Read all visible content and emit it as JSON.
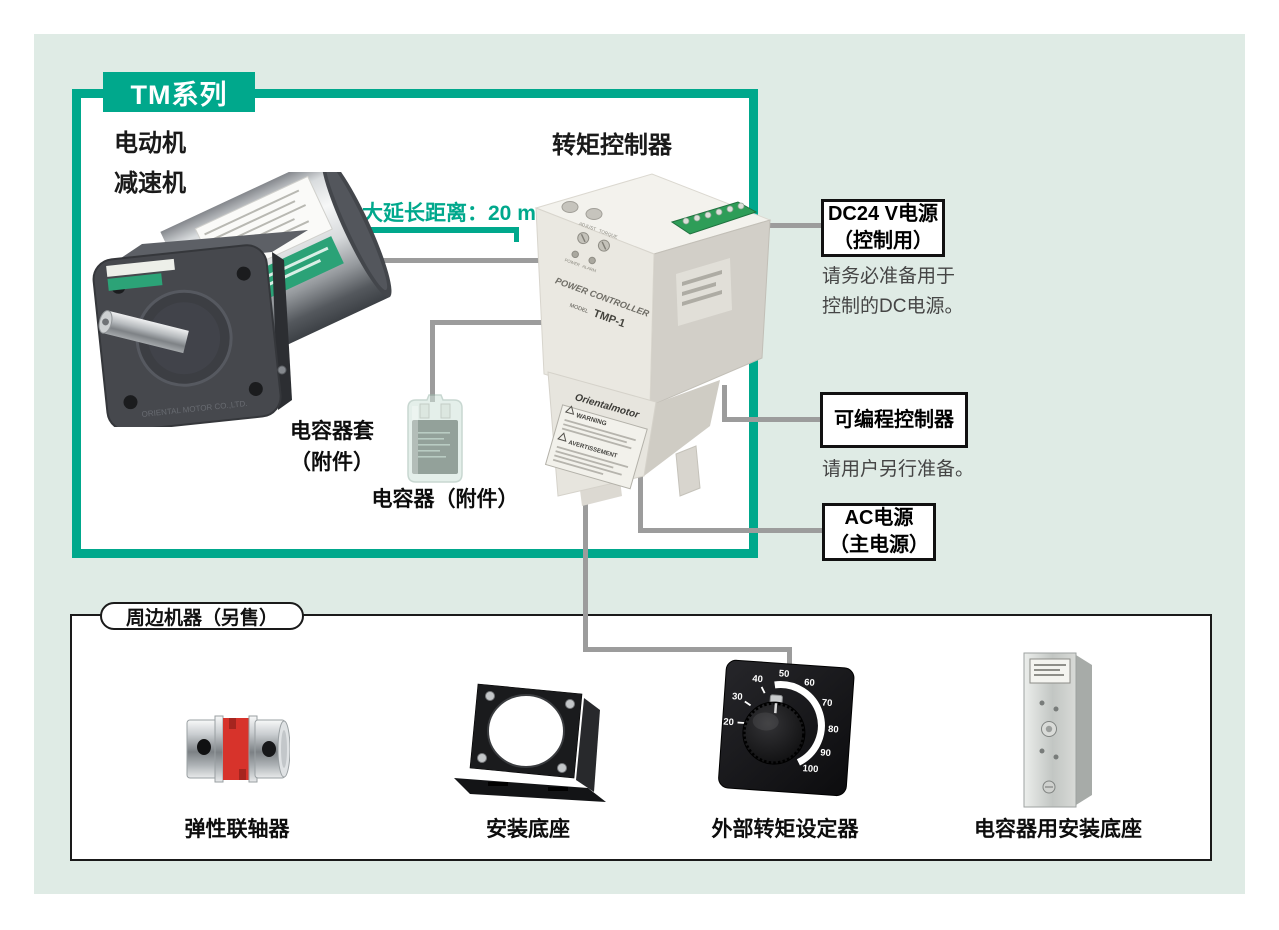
{
  "colors": {
    "accent_green": "#00a88c",
    "page_bg": "#dfebe5",
    "line_gray": "#9c9c9c"
  },
  "series_tag": "TM系列",
  "main_area": {
    "motor_label_line1": "电动机",
    "motor_label_line2": "减速机",
    "motor_face_text": "ORIENTAL MOTOR CO.,LTD.",
    "controller_title": "转矩控制器",
    "distance_note": "最大延长距离：20 m",
    "capacitor_cover_line1": "电容器套",
    "capacitor_cover_line2": "（附件）",
    "capacitor_label": "电容器（附件）"
  },
  "controller": {
    "brand": "Orientalmotor",
    "power_controller": "POWER CONTROLLER",
    "model_word": "MODEL",
    "model": "TMP-1",
    "adjust": "ADJUST",
    "torque": "TORQUE",
    "power_led": "POWER",
    "alarm_led": "ALARM",
    "warning": "WARNING",
    "avertissement": "AVERTISSEMENT"
  },
  "right_column": {
    "dc_power": {
      "line1": "DC24 V电源",
      "line2": "（控制用）",
      "note_line1": "请务必准备用于",
      "note_line2": "控制的DC电源。"
    },
    "plc": {
      "label": "可编程控制器",
      "note": "请用户另行准备。"
    },
    "ac_power": {
      "line1": "AC电源",
      "line2": "（主电源）"
    }
  },
  "peripherals": {
    "title": "周边机器（另售）",
    "items": [
      {
        "label": "弹性联轴器"
      },
      {
        "label": "安装底座"
      },
      {
        "label": "外部转矩设定器"
      },
      {
        "label": "电容器用安装底座"
      }
    ]
  },
  "torque_dial": {
    "ticks": [
      "20",
      "30",
      "40",
      "50",
      "60",
      "70",
      "80",
      "90",
      "100"
    ]
  }
}
